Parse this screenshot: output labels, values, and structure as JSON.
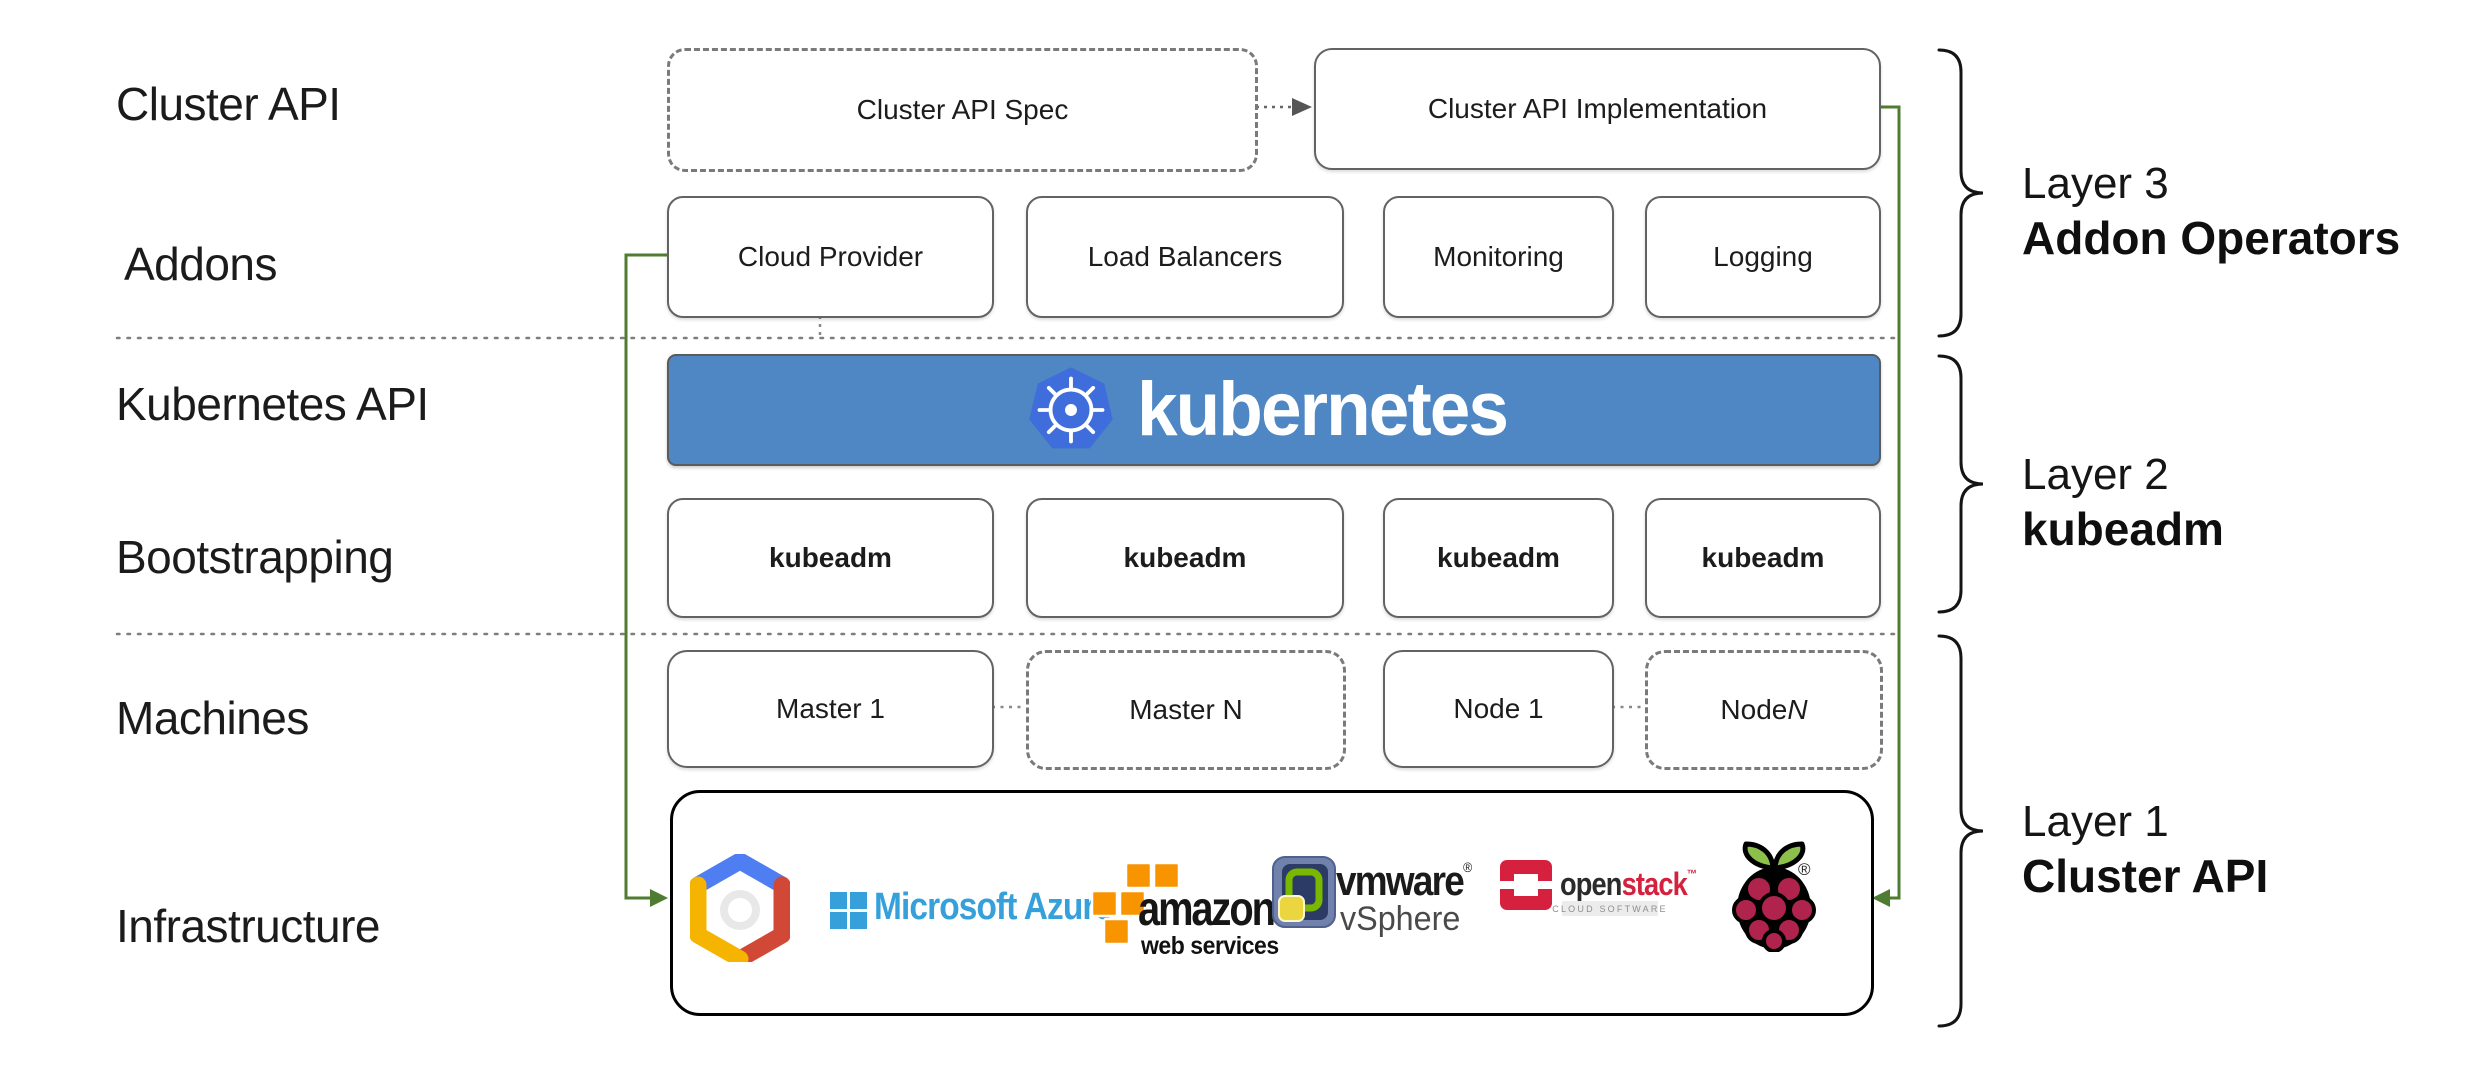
{
  "row_labels": {
    "cluster_api": "Cluster API",
    "addons": "Addons",
    "kubernetes_api": "Kubernetes API",
    "bootstrapping": "Bootstrapping",
    "machines": "Machines",
    "infrastructure": "Infrastructure"
  },
  "boxes": {
    "spec": "Cluster API Spec",
    "implementation": "Cluster API Implementation",
    "cloud_provider": "Cloud Provider",
    "load_balancers": "Load Balancers",
    "monitoring": "Monitoring",
    "logging": "Logging",
    "kubeadm": "kubeadm",
    "master_1": "Master 1",
    "master_n": "Master N",
    "node_n_prefix": "Node ",
    "node_1": "Node 1",
    "node_n_var": "N"
  },
  "banner": {
    "wordmark": "kubernetes"
  },
  "layers": {
    "layer3": {
      "title": "Layer 3",
      "name": "Addon Operators"
    },
    "layer2": {
      "title": "Layer 2",
      "name": "kubeadm"
    },
    "layer1": {
      "title": "Layer 1",
      "name": "Cluster API"
    }
  },
  "providers": {
    "azure": "Microsoft Azure",
    "aws_brand": "amazon",
    "aws_sub": "web services",
    "vmware_brand": "vmware",
    "vmware_reg": "®",
    "vmware_product": "vSphere",
    "openstack_open": "open",
    "openstack_stack": "stack",
    "openstack_tm": "™",
    "openstack_sub": "CLOUD SOFTWARE",
    "raspberry_reg": "®"
  },
  "colors": {
    "connector_green": "#4e7c31",
    "banner_blue": "#4e87c4",
    "k8s_heptagon_blue": "#3f6ddb",
    "gcp_blue": "#4e7ef1",
    "gcp_red": "#d14836",
    "gcp_yellow": "#f4b400",
    "azure_blue": "#35a0da",
    "aws_orange": "#f79400",
    "vmware_green": "#7ab800",
    "vmware_yellow": "#ecd63f",
    "openstack_red": "#d6213e",
    "raspberry_crimson": "#b0234d",
    "leaf_green": "#8cc04b"
  }
}
